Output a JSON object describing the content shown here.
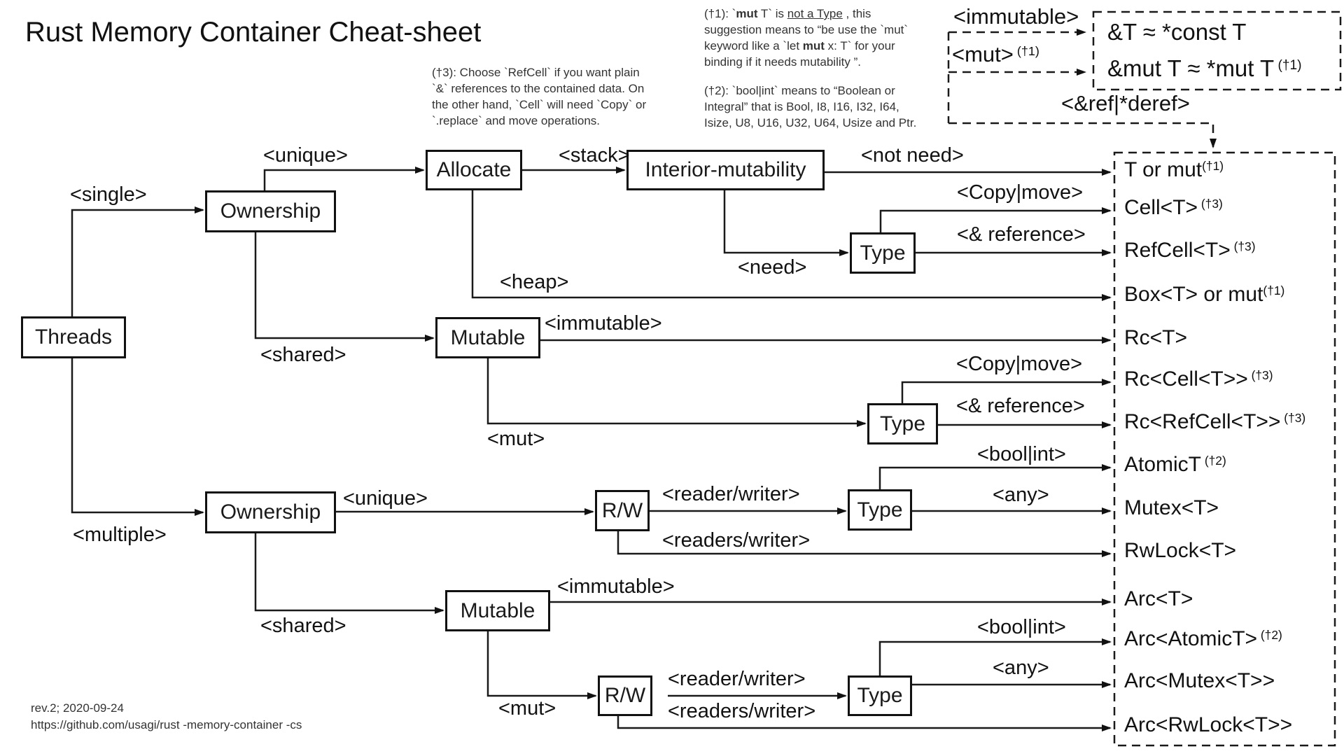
{
  "title": "Rust Memory Container Cheat-sheet",
  "footer": {
    "line1": "rev.2; 2020-09-24",
    "line2": "https://github.com/usagi/rust -memory-container -cs"
  },
  "notes": {
    "n1": [
      [
        {
          "t": "(†1): `"
        },
        {
          "t": "mut",
          "b": true
        },
        {
          "t": " T` is "
        },
        {
          "t": "not a Type",
          "u": true
        },
        {
          "t": " , this"
        }
      ],
      [
        {
          "t": "suggestion means to “be use the `mut`"
        }
      ],
      [
        {
          "t": "keyword like a `let  "
        },
        {
          "t": "mut",
          "b": true
        },
        {
          "t": " x: T` for your"
        }
      ],
      [
        {
          "t": "binding if it needs mutability ”."
        }
      ]
    ],
    "n2": [
      [
        {
          "t": "(†2): `bool|int` means to “Boolean or"
        }
      ],
      [
        {
          "t": "Integral” that is Bool, I8, I16, I32, I64,"
        }
      ],
      [
        {
          "t": "Isize, U8, U16, U32, U64,  Usize and Ptr."
        }
      ]
    ],
    "n3": [
      [
        {
          "t": "(†3): Choose `RefCell` if you want plain"
        }
      ],
      [
        {
          "t": "`&` references to the contained data. On"
        }
      ],
      [
        {
          "t": "the other hand, `Cell` will need `Copy` or"
        }
      ],
      [
        {
          "t": "`.replace` and move operations."
        }
      ]
    ]
  },
  "top_right": {
    "immutable_label": "<immutable>",
    "mut_label": "<mut>",
    "mut_sup": " (†1)",
    "refderef_label": "<&ref|*deref>",
    "eq_line1": "&T ≈ *const T",
    "eq_line2": "&mut T ≈ *mut T",
    "eq_line2_sup": " (†1)"
  },
  "nodes": {
    "threads": "Threads",
    "ownership1": "Ownership",
    "allocate": "Allocate",
    "interior": "Interior-mutability",
    "type1": "Type",
    "mutable1": "Mutable",
    "type2": "Type",
    "ownership2": "Ownership",
    "rw1": "R/W",
    "type3": "Type",
    "mutable2": "Mutable",
    "rw2": "R/W",
    "type4": "Type"
  },
  "edge_labels": {
    "single": "<single>",
    "multiple": "<multiple>",
    "unique1": "<unique>",
    "stack": "<stack>",
    "notneed": "<not need>",
    "need": "<need>",
    "copymove1": "<Copy|move>",
    "reference1": "<& reference>",
    "heap": "<heap>",
    "shared1": "<shared>",
    "immutable1": "<immutable>",
    "mut1": "<mut>",
    "copymove2": "<Copy|move>",
    "reference2": "<& reference>",
    "unique2": "<unique>",
    "readerwriter1": "<reader/writer>",
    "boolint1": "<bool|int>",
    "any1": "<any>",
    "readerswriter1": "<readers/writer>",
    "shared2": "<shared>",
    "immutable2": "<immutable>",
    "mut2": "<mut>",
    "readerwriter2": "<reader/writer>",
    "boolint2": "<bool|int>",
    "any2": "<any>",
    "readerswriter2": "<readers/writer>"
  },
  "results": [
    {
      "text": "T or mut",
      "sup": "(†1)"
    },
    {
      "text": "Cell<T>",
      "sup": " (†3)"
    },
    {
      "text": "RefCell<T>",
      "sup": " (†3)"
    },
    {
      "text": "Box<T> or mut",
      "sup": "(†1)"
    },
    {
      "text": "Rc<T>",
      "sup": ""
    },
    {
      "text": "Rc<Cell<T>>",
      "sup": " (†3)"
    },
    {
      "text": "Rc<RefCell<T>>",
      "sup": " (†3)"
    },
    {
      "text": "AtomicT",
      "sup": " (†2)"
    },
    {
      "text": "Mutex<T>",
      "sup": ""
    },
    {
      "text": "RwLock<T>",
      "sup": ""
    },
    {
      "text": "Arc<T>",
      "sup": ""
    },
    {
      "text": "Arc<AtomicT>",
      "sup": " (†2)"
    },
    {
      "text": "Arc<Mutex<T>>",
      "sup": ""
    },
    {
      "text": "Arc<RwLock<T>>",
      "sup": ""
    }
  ]
}
